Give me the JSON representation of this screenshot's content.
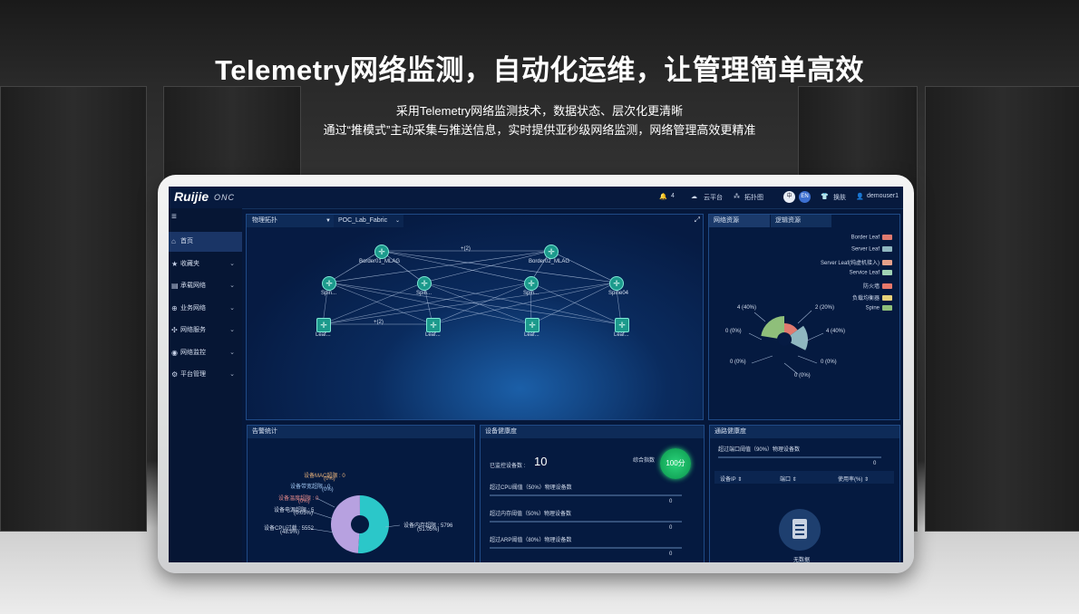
{
  "hero": {
    "title": "Telemetry网络监测，自动化运维，让管理简单高效",
    "subtitle_1": "采用Telemetry网络监测技术，数据状态、层次化更清晰",
    "subtitle_2": "通过“推模式”主动采集与推送信息，实时提供亚秒级网络监测，网络管理高效更精准"
  },
  "app": {
    "logo": "Ruijie",
    "logo_sub": "ONC",
    "topbar": {
      "alerts_count": "4",
      "cloud_label": "云平台",
      "topology_label": "拓扑图",
      "toggle_left": "中",
      "toggle_right": "EN",
      "skin_label": "换肤",
      "user": "demouser1"
    },
    "sidebar": [
      {
        "icon": "home-icon",
        "glyph": "⌂",
        "label": "首页",
        "chevron": false,
        "active": true
      },
      {
        "icon": "star-icon",
        "glyph": "★",
        "label": "收藏夹",
        "chevron": true
      },
      {
        "icon": "server-icon",
        "glyph": "▤",
        "label": "承载网络",
        "chevron": true
      },
      {
        "icon": "network-icon",
        "glyph": "⊕",
        "label": "业务网络",
        "chevron": true
      },
      {
        "icon": "service-icon",
        "glyph": "✣",
        "label": "网络服务",
        "chevron": true
      },
      {
        "icon": "monitor-icon",
        "glyph": "◉",
        "label": "网络监控",
        "chevron": true
      },
      {
        "icon": "platform-icon",
        "glyph": "⚙",
        "label": "平台管理",
        "chevron": true
      }
    ],
    "topology": {
      "tab": "物理拓扑",
      "fabric": "POC_Lab_Fabric",
      "border_left": "Border01_MLAG",
      "border_right": "Border02_MLAG",
      "border_link": "+(2)",
      "spines": [
        "Spin...",
        "Spin...",
        "Spin...",
        "Spine04"
      ],
      "leafs": [
        "Leaf...",
        "Leaf...",
        "Leaf...",
        "Leaf..."
      ],
      "leaf_link": "+(2)"
    },
    "resources": {
      "tab_active": "网络资源",
      "tab_other": "逻辑资源",
      "legend": [
        {
          "name": "Border Leaf",
          "color": "#e07a6f"
        },
        {
          "name": "Server Leaf",
          "color": "#8fb7c0"
        },
        {
          "name": "Server Leaf(纯虚机接入)",
          "color": "#e6a08a"
        },
        {
          "name": "Service Leaf",
          "color": "#9fd3b4"
        },
        {
          "name": "防火墙",
          "color": "#e8786a"
        },
        {
          "name": "负载均衡器",
          "color": "#e8d27a"
        },
        {
          "name": "Spine",
          "color": "#8fbf7a"
        }
      ],
      "labels": {
        "top_left": "4 (40%)",
        "top_right": "2 (20%)",
        "right": "4 (40%)",
        "left": "0 (0%)",
        "bottom_left": "0 (0%)",
        "bottom_right": "0 (0%)",
        "bottom": "0 (0%)"
      }
    },
    "alarms": {
      "title": "告警统计",
      "labels": {
        "mac": "设备MAC超限 : 0",
        "mac_pct": "(0%)",
        "bandwidth": "设备带宽超限 : 0",
        "bandwidth_pct": "(0%)",
        "temp": "设备温度超限 : 0",
        "temp_pct": "(0%)",
        "power": "设备电源超限 : 5",
        "power_pct": "(0.05%)",
        "cpu": "设备CPU过载 : 5552",
        "cpu_pct": "(48.9%)",
        "memory": "设备内存超限 : 5796",
        "memory_pct": "(51.05%)"
      },
      "values": {
        "cpu": 5552,
        "memory": 5796,
        "power": 5
      }
    },
    "health": {
      "title": "设备健康度",
      "monitored_label": "已监控设备数 :",
      "monitored_value": "10",
      "score_label": "综合指数",
      "score_value": "100分",
      "rows": [
        {
          "label": "超过CPU阈值（50%）物理设备数",
          "value": "0"
        },
        {
          "label": "超过内存阈值（50%）物理设备数",
          "value": "0"
        },
        {
          "label": "超过ARP阈值（80%）物理设备数",
          "value": "0"
        }
      ]
    },
    "link": {
      "title": "通路健康度",
      "row_label": "超过端口阈值（90%）物理设备数",
      "row_value": "0",
      "col_ip": "设备IP ⇕",
      "col_port": "端口 ⇕",
      "col_usage": "使用率(%) ⇕",
      "empty": "无数据"
    }
  }
}
